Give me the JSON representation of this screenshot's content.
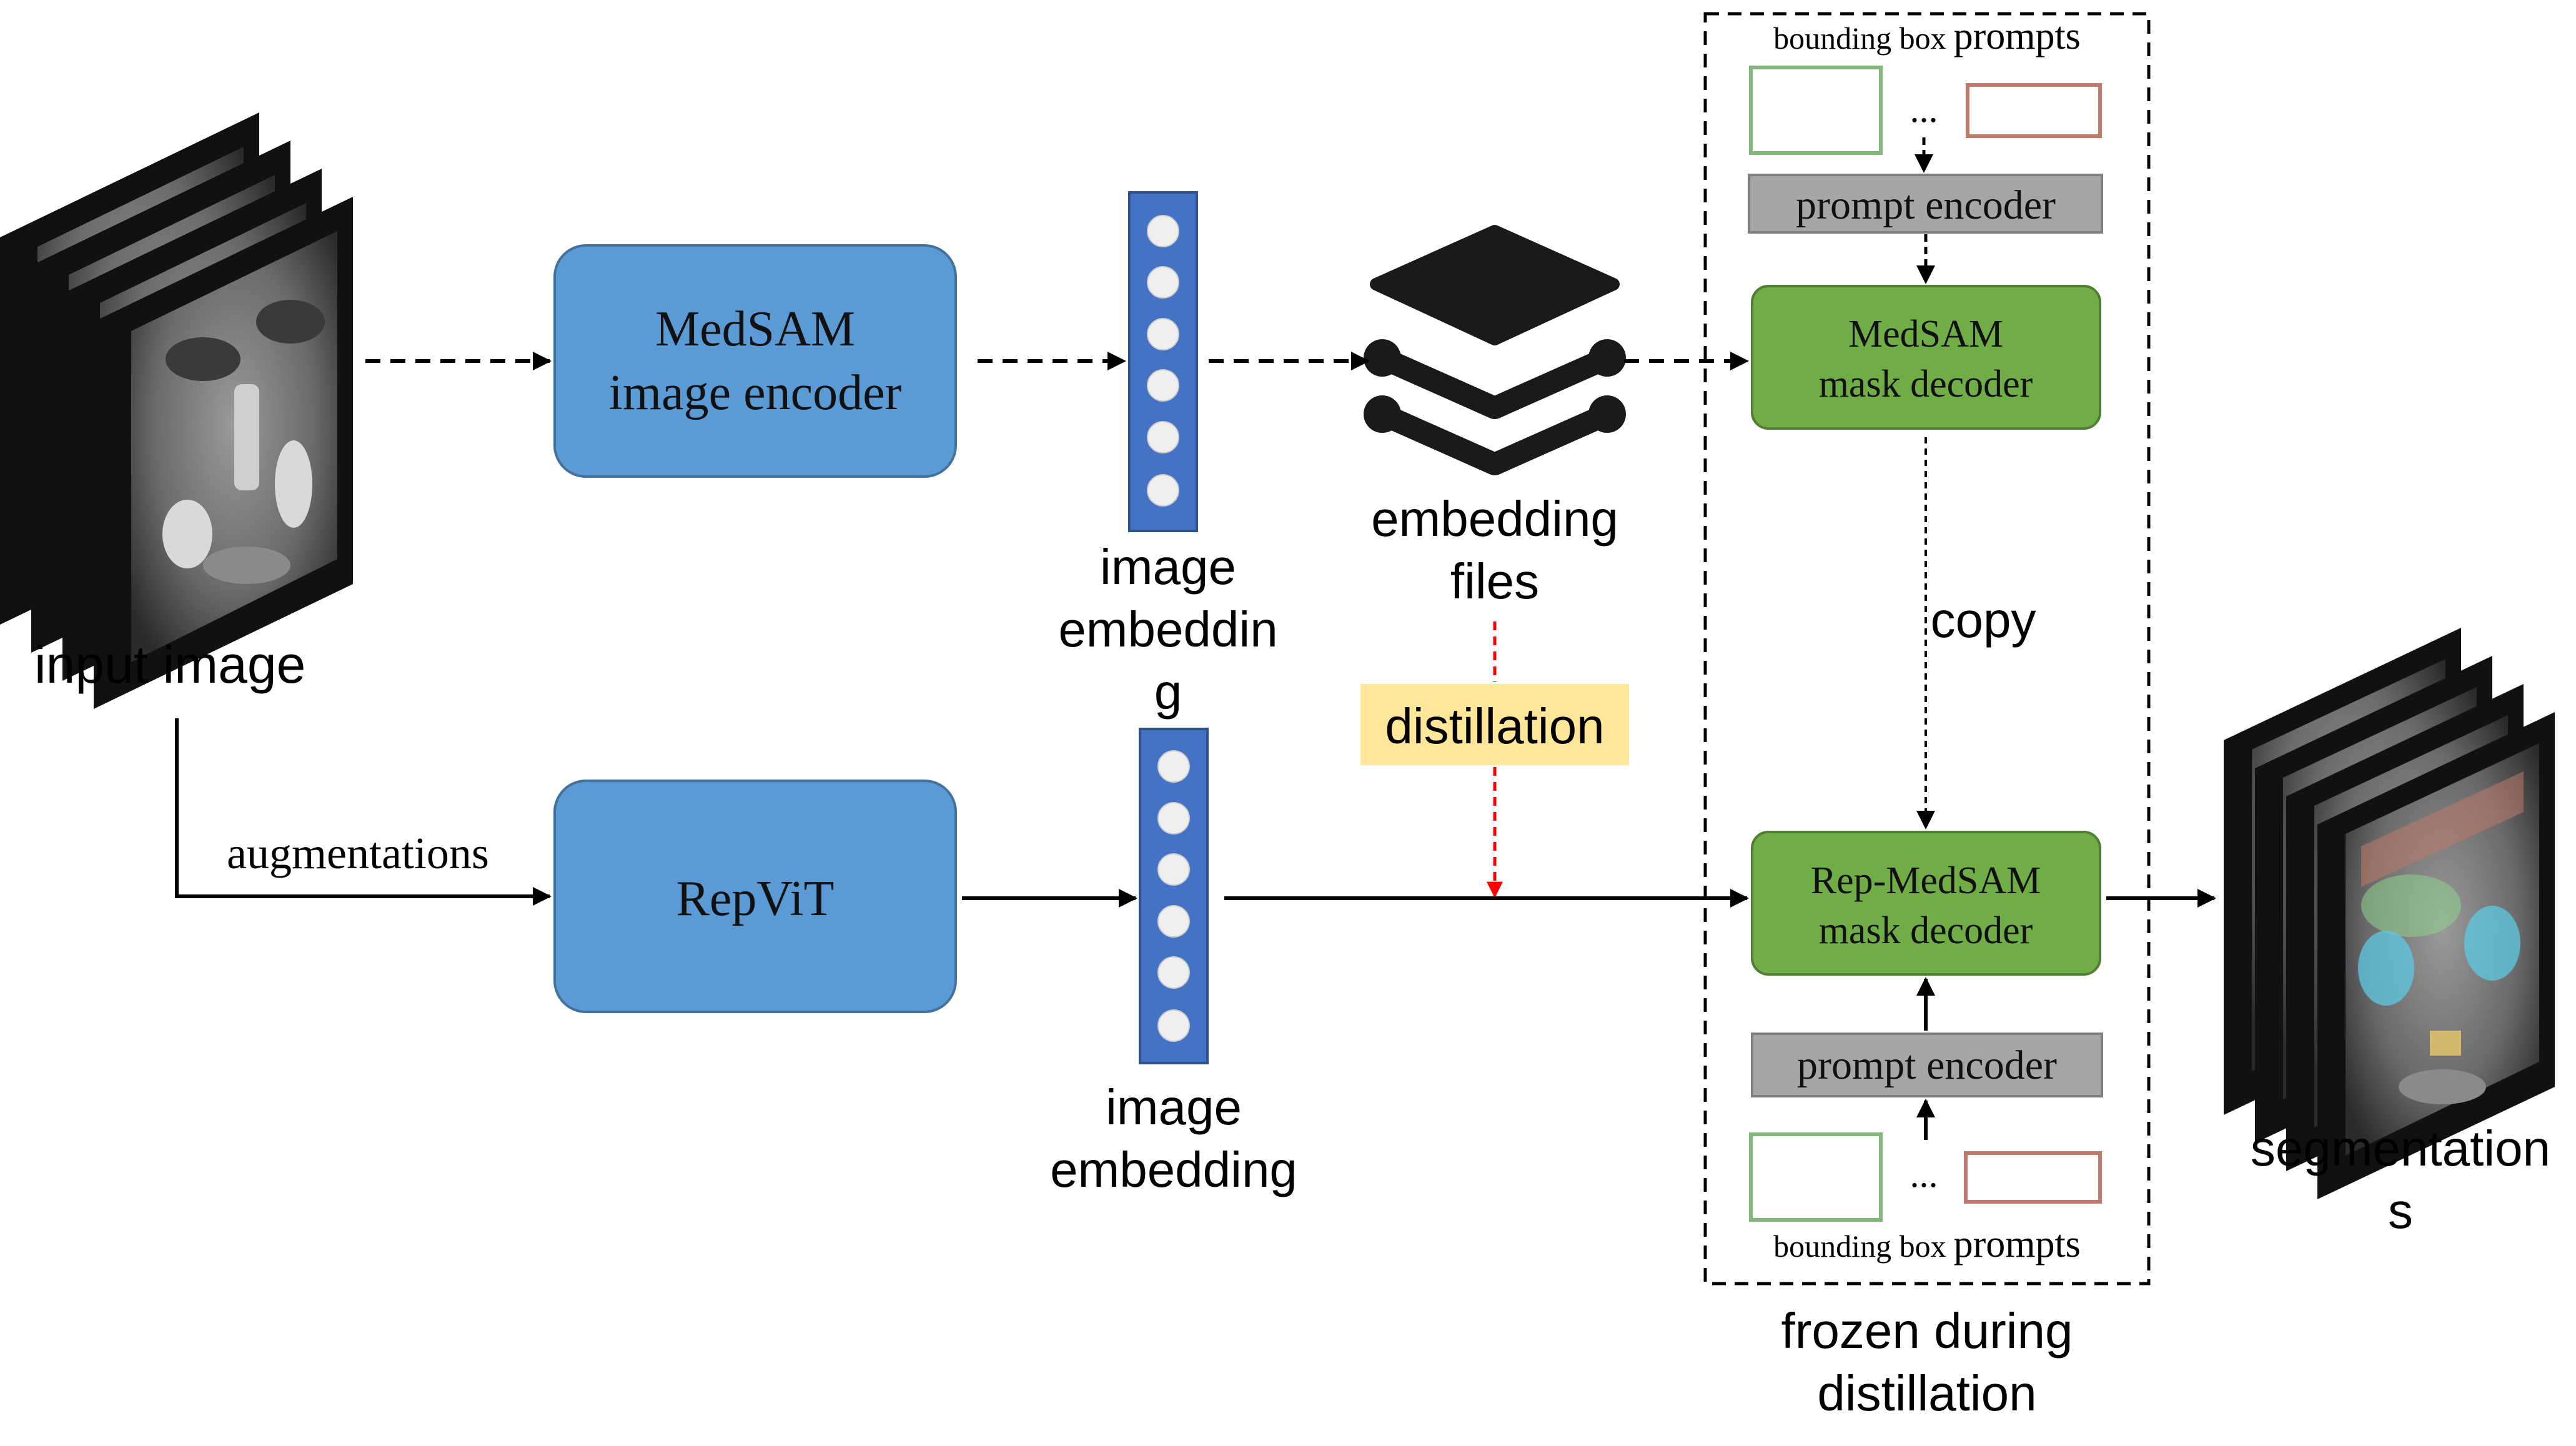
{
  "input": {
    "caption_part1": "input ",
    "caption_part2": "image"
  },
  "augmentations": "augmentations",
  "medsam_encoder": {
    "line1": "MedSAM",
    "line2": "image encoder"
  },
  "repvit": "RepViT",
  "embedding_top": {
    "line1": "image",
    "line2": "embeddin",
    "line3": "g"
  },
  "embedding_bottom": {
    "line1": "image",
    "line2": "embedding"
  },
  "embedding_files": {
    "line1": "embedding",
    "line2": "files"
  },
  "distillation_label": "distillation",
  "copy_label": "copy",
  "frozen_caption": {
    "line1": "frozen during",
    "line2": "distillation"
  },
  "prompts_top": {
    "small": "bounding box",
    "big": "prompts",
    "ellipsis": "..."
  },
  "prompts_bottom": {
    "small": "bounding box",
    "big": "prompts",
    "ellipsis": "..."
  },
  "prompt_encoder_top": "prompt encoder",
  "prompt_encoder_bottom": "prompt encoder",
  "medsam_decoder": {
    "line1": "MedSAM",
    "line2": "mask decoder"
  },
  "rep_decoder": {
    "line1": "Rep-MedSAM",
    "line2": "mask decoder"
  },
  "segmentations": {
    "line1": "segmentation",
    "line2": "s"
  },
  "colors": {
    "encoder_fill": "#5b9bd5",
    "embedding_fill": "#4472c4",
    "decoder_fill": "#70ad47",
    "prompt_encoder_fill": "#a6a6a6",
    "distillation_bg": "#ffe699",
    "distillation_arrow": "#ff0000",
    "prompt_box_green": "#82b77a",
    "prompt_box_red": "#c0796a"
  }
}
